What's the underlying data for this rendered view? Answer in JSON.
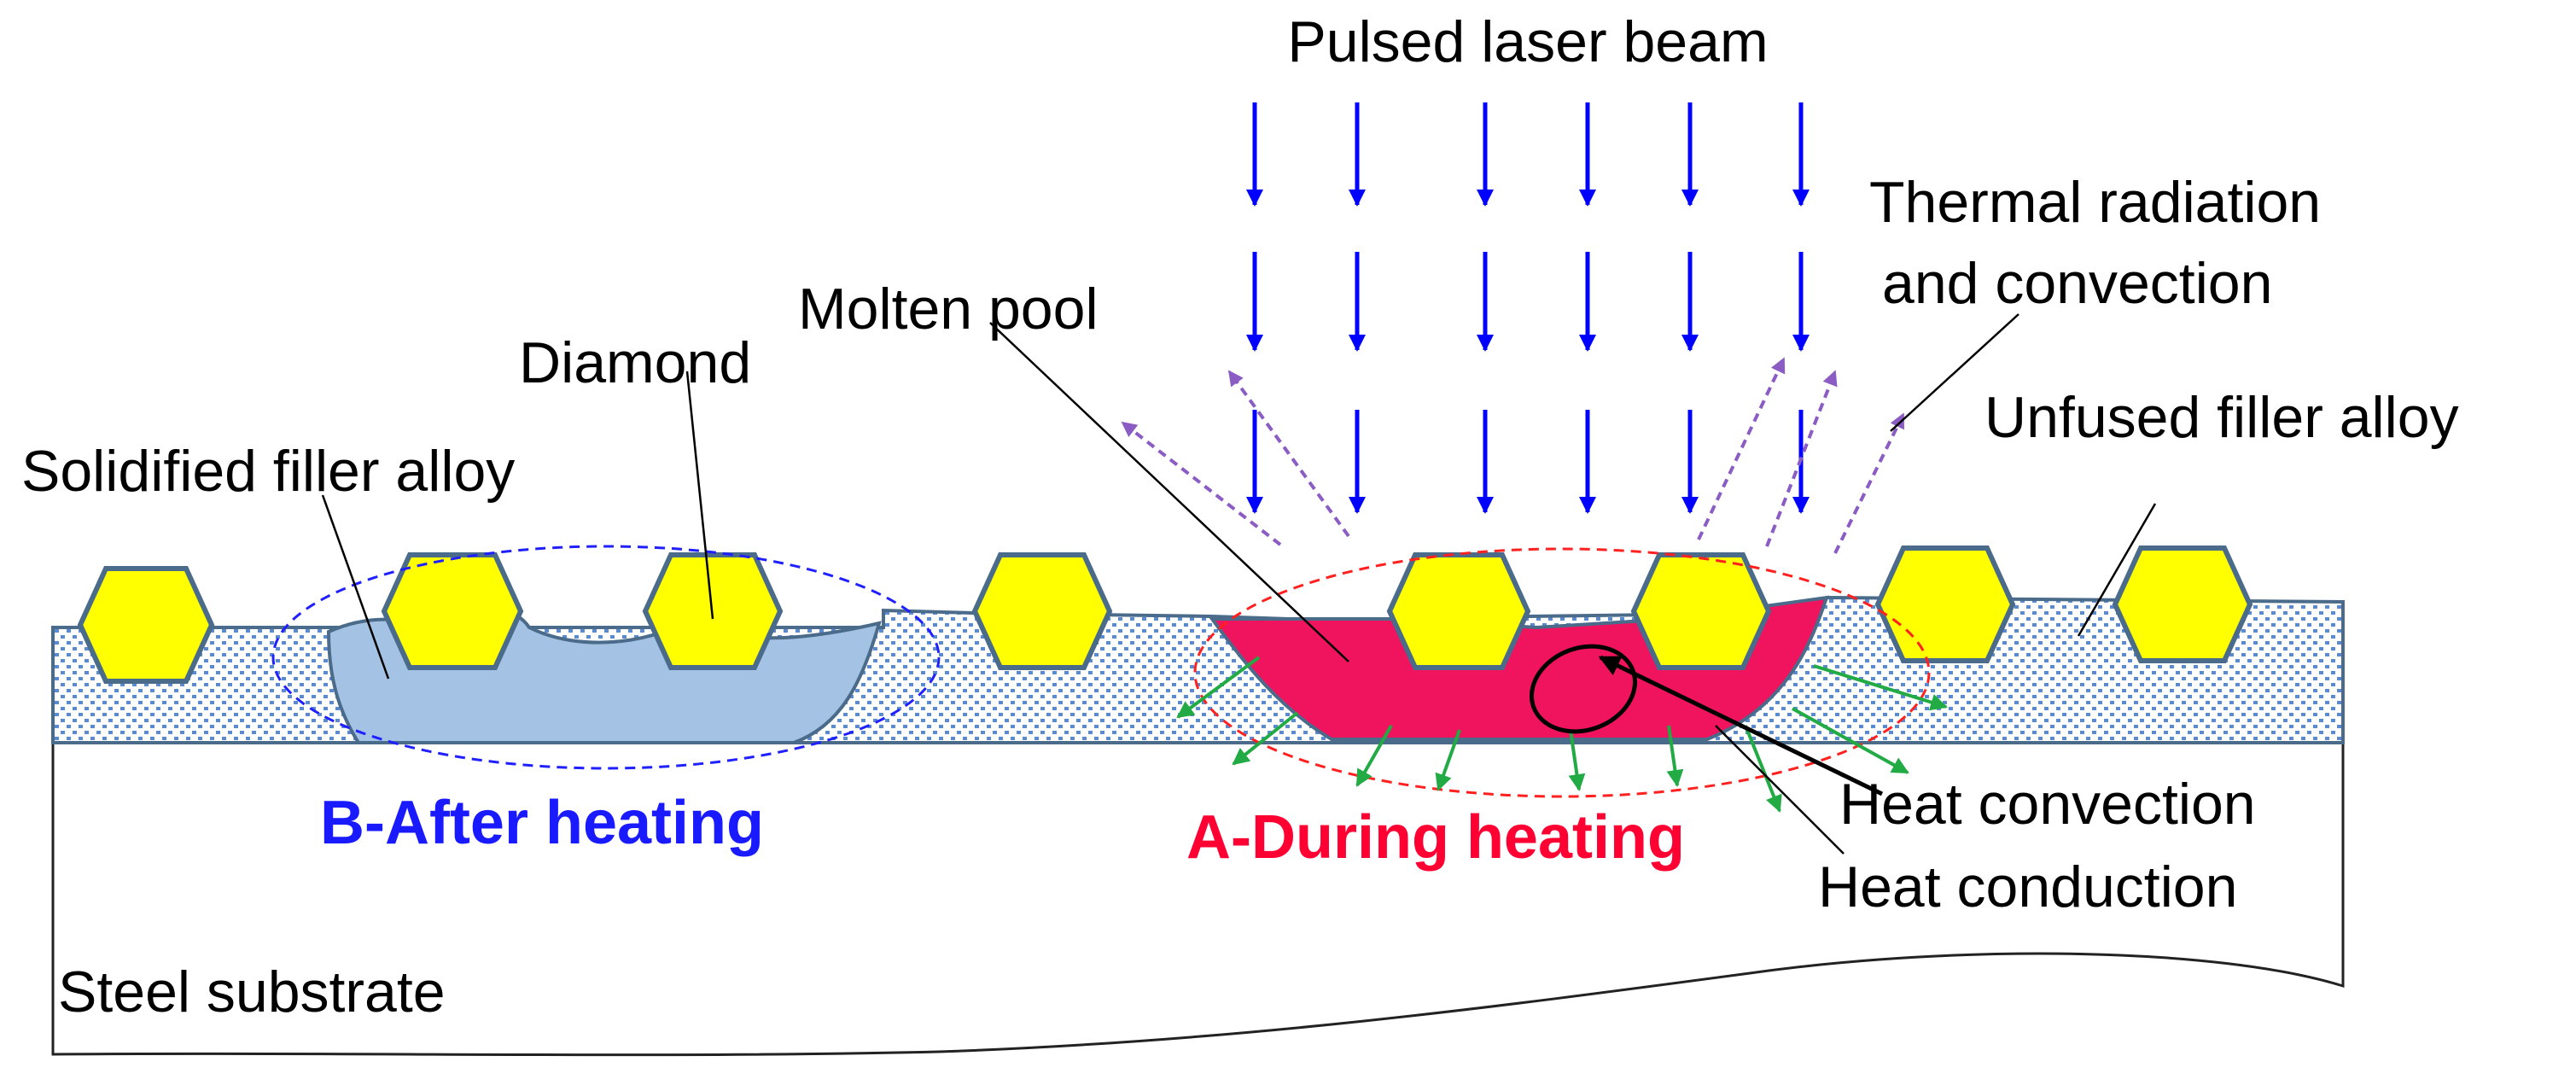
{
  "labels": {
    "laser_beam": "Pulsed laser beam",
    "thermal_line1": "Thermal radiation",
    "thermal_line2": "and convection",
    "molten_pool": "Molten pool",
    "diamond": "Diamond",
    "solidified": "Solidified filler alloy",
    "unfused": "Unfused filler alloy",
    "after": "B-After heating",
    "during": "A-During heating",
    "heat_convection": "Heat convection",
    "heat_conduction": "Heat conduction",
    "substrate": "Steel substrate"
  },
  "colors": {
    "laser_arrows": "#0000ff",
    "thermal_arrows": "#8a5cc4",
    "conduction_arrows": "#22aa44",
    "molten_pool": "#f0135e",
    "solidified_alloy": "#a4c2e4",
    "diamond_fill": "#ffff00",
    "diamond_stroke": "#4a6b8a",
    "filler_pattern": "#5a8ad0",
    "after_ellipse": "#2020ff",
    "during_ellipse": "#ff2020",
    "after_text": "#1a1aff",
    "during_text": "#ff0033"
  }
}
